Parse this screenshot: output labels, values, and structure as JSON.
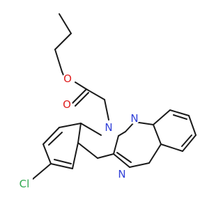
{
  "molecule": {
    "atoms": [
      {
        "id": "O_ether",
        "symbol": "O",
        "color": "#e02020"
      },
      {
        "id": "O_carbonyl",
        "symbol": "O",
        "color": "#e02020"
      },
      {
        "id": "N_indole",
        "symbol": "N",
        "color": "#2f3fd8"
      },
      {
        "id": "N_upper",
        "symbol": "N",
        "color": "#2f3fd8"
      },
      {
        "id": "N_lower",
        "symbol": "N",
        "color": "#2f3fd8"
      },
      {
        "id": "Cl",
        "symbol": "Cl",
        "color": "#2fa84f"
      }
    ],
    "bond_color": "#1a1a1a",
    "background": "#ffffff"
  }
}
